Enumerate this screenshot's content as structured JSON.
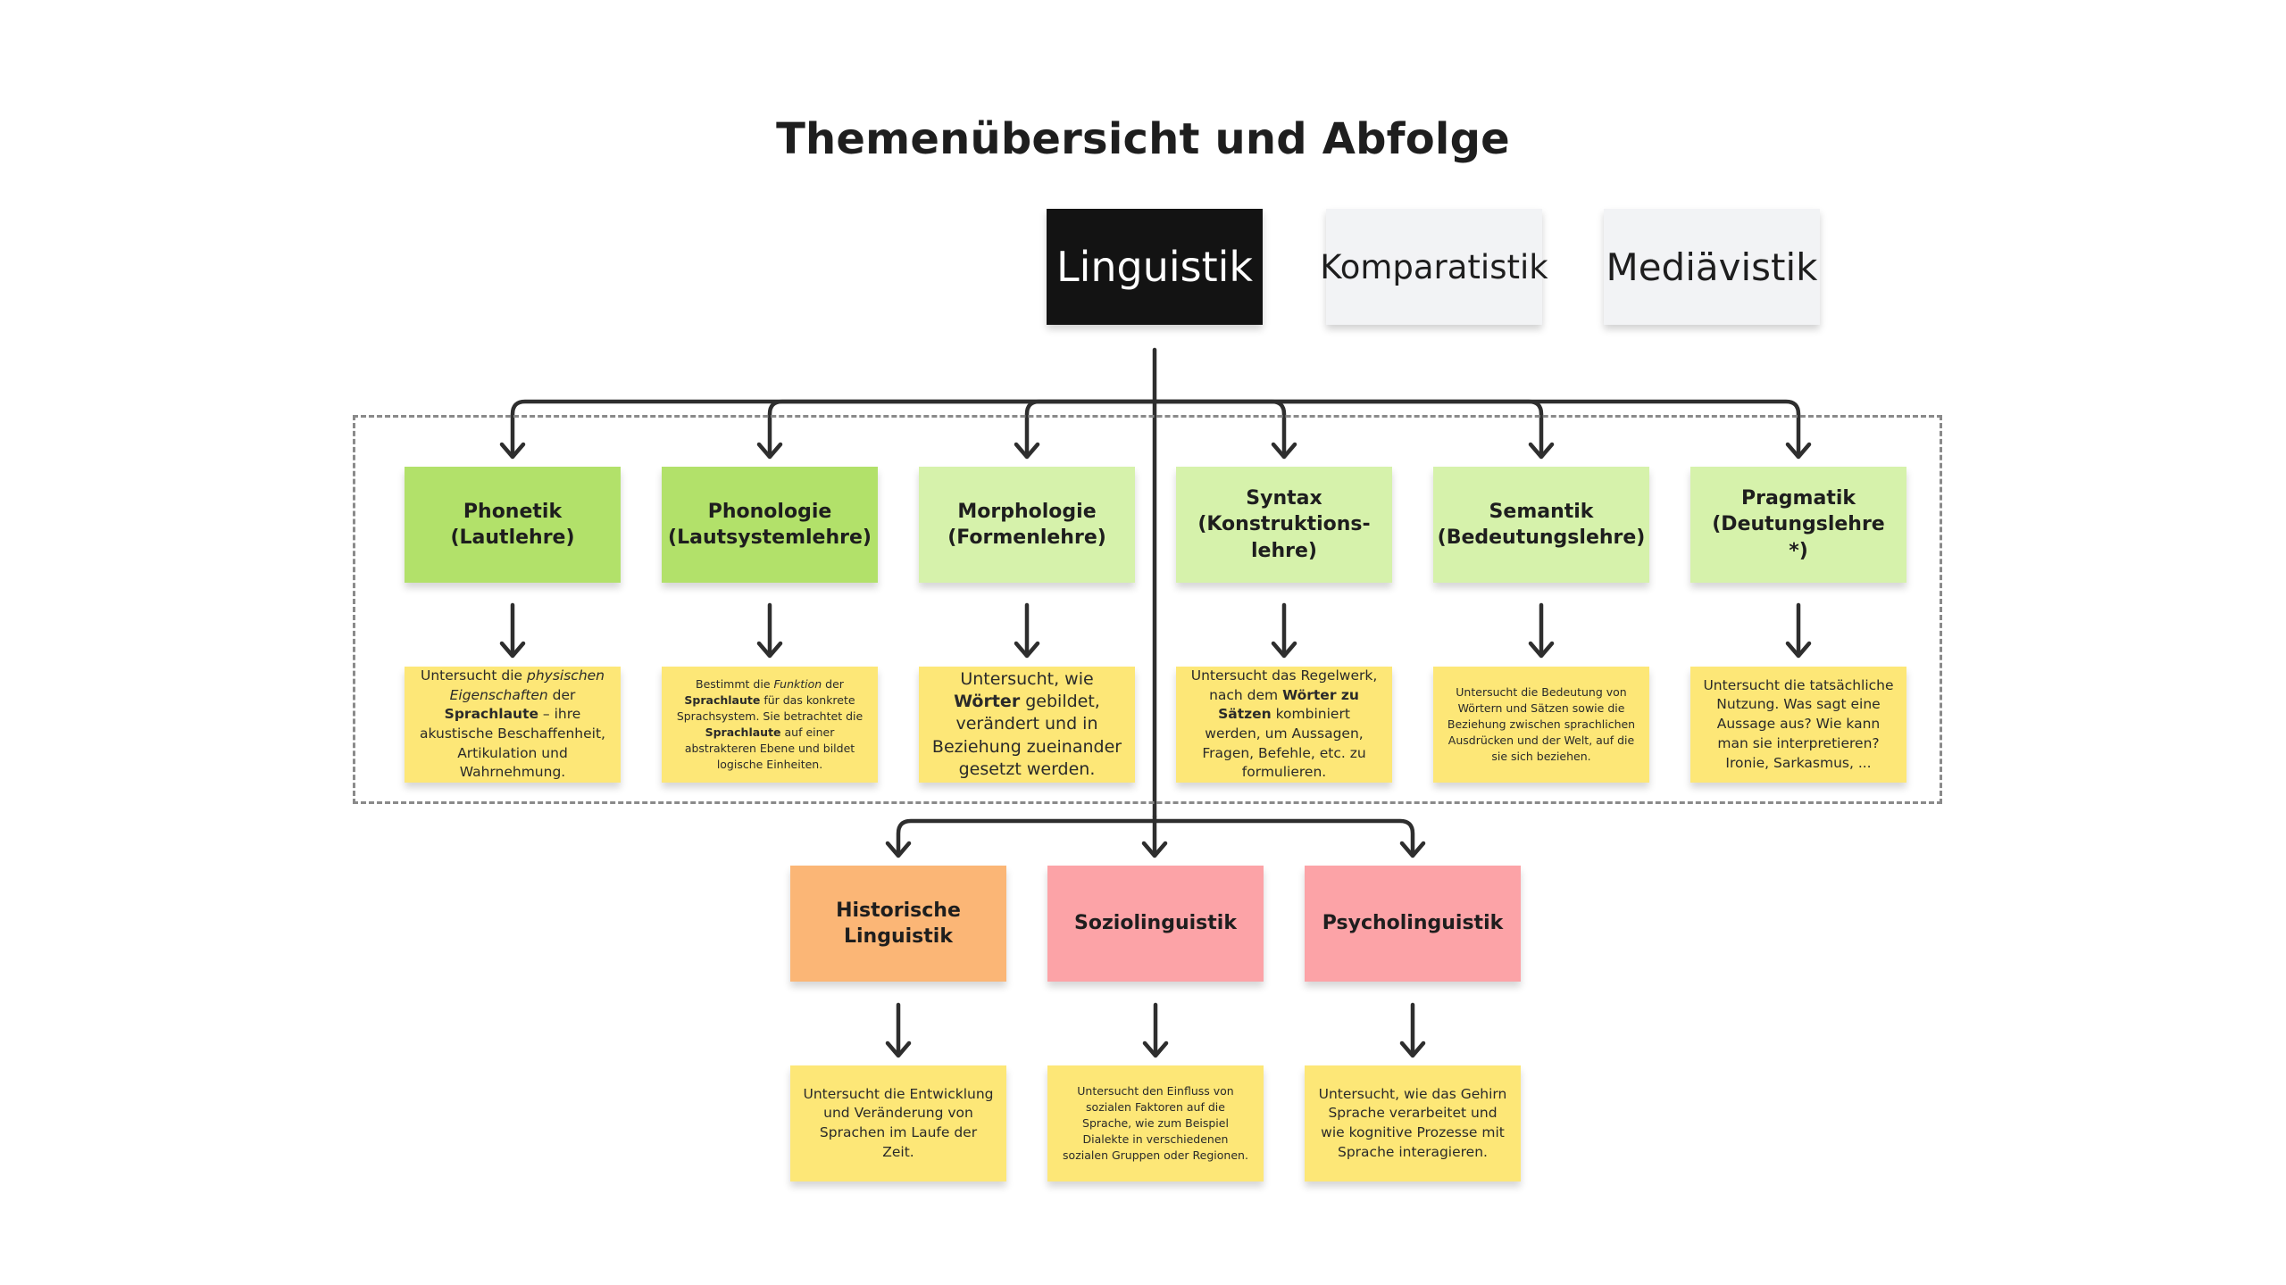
{
  "title": "Themenübersicht und Abfolge",
  "tabs": [
    {
      "label": "Linguistik",
      "active": true
    },
    {
      "label": "Komparatistik",
      "active": false
    },
    {
      "label": "Mediävistik",
      "active": false
    }
  ],
  "colors": {
    "tab_active": "#131313",
    "tab_inactive": "#f2f3f5",
    "green_strong": "#b2e16a",
    "green_mid": "#c9ec97",
    "green_light": "#d6f2ab",
    "orange": "#fbb676",
    "pink": "#fca3a7",
    "yellow": "#fde777",
    "connector": "#2e2e2e",
    "frame": "#8a8a8a"
  },
  "topics": [
    {
      "label": "Phonetik\n(Lautlehre)",
      "description_parts": [
        {
          "t": "Untersucht die "
        },
        {
          "t": "physischen Eigenschaften",
          "i": true
        },
        {
          "t": " der "
        },
        {
          "t": "Sprachlaute",
          "b": true
        },
        {
          "t": " – ihre akustische Beschaffenheit, Artikulation und Wahrnehmung."
        }
      ]
    },
    {
      "label": "Phonologie\n(Lautsystemlehre)",
      "description_parts": [
        {
          "t": "Bestimmt die "
        },
        {
          "t": "Funktion",
          "i": true
        },
        {
          "t": " der "
        },
        {
          "t": "Sprachlaute",
          "b": true
        },
        {
          "t": " für das konkrete Sprachsystem. Sie betrachtet die "
        },
        {
          "t": "Sprachlaute",
          "b": true
        },
        {
          "t": " auf einer abstrakteren Ebene und bildet logische Einheiten."
        }
      ]
    },
    {
      "label": "Morphologie\n(Formenlehre)",
      "description_parts": [
        {
          "t": "Untersucht, wie "
        },
        {
          "t": "Wörter",
          "b": true
        },
        {
          "t": " gebildet, verändert und in Beziehung zueinander gesetzt werden."
        }
      ]
    },
    {
      "label": "Syntax\n(Konstruktions-\nlehre)",
      "description_parts": [
        {
          "t": "Untersucht das Regelwerk, nach dem "
        },
        {
          "t": "Wörter zu Sätzen",
          "b": true
        },
        {
          "t": " kombiniert werden, um Aussagen, Fragen, Befehle, etc. zu formulieren."
        }
      ]
    },
    {
      "label": "Semantik\n(Bedeutungslehre)",
      "description_parts": [
        {
          "t": "Untersucht die Bedeutung von Wörtern und Sätzen sowie die Beziehung zwischen sprachlichen Ausdrücken und der Welt, auf die sie sich beziehen."
        }
      ]
    },
    {
      "label": "Pragmatik\n(Deutungslehre *)",
      "description_parts": [
        {
          "t": "Untersucht die tatsächliche Nutzung. Was sagt eine Aussage aus? Wie kann man sie interpretieren? Ironie, Sarkasmus, ..."
        }
      ]
    }
  ],
  "subfields": [
    {
      "label": "Historische\nLinguistik",
      "description_parts": [
        {
          "t": "Untersucht die Entwicklung und Veränderung von Sprachen im Laufe der Zeit."
        }
      ]
    },
    {
      "label": "Soziolinguistik",
      "description_parts": [
        {
          "t": "Untersucht den Einfluss von sozialen Faktoren auf die Sprache, wie zum Beispiel Dialekte in verschiedenen sozialen Gruppen oder Regionen."
        }
      ]
    },
    {
      "label": "Psycholinguistik",
      "description_parts": [
        {
          "t": "Untersucht, wie das Gehirn Sprache verarbeitet und wie kognitive Prozesse mit Sprache interagieren."
        }
      ]
    }
  ]
}
